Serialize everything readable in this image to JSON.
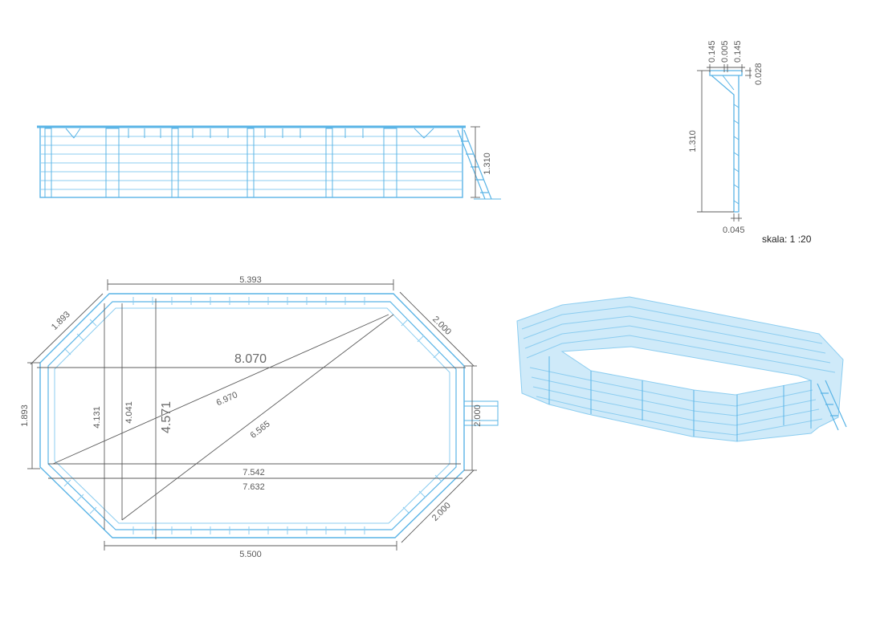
{
  "side_view": {
    "height_label": "1.310"
  },
  "profile": {
    "top_labels": [
      "0.145",
      "0.005",
      "0.145"
    ],
    "offset_label": "0.028",
    "height_label": "1.310",
    "thickness_label": "0.045",
    "scale_label": "skala: 1 :20"
  },
  "plan": {
    "top_length": "5.393",
    "bottom_length": "5.500",
    "diag_top_left": "1.893",
    "diag_top_right": "2.000",
    "diag_bottom_right": "2.000",
    "left_height": "1.893",
    "right_height": "2.000",
    "overall_length": "8.070",
    "inner_length_a": "7.542",
    "inner_length_b": "7.632",
    "width_a": "4.131",
    "width_b": "4.041",
    "overall_width": "4.571",
    "diagonal_a": "6.970",
    "diagonal_b": "6.565"
  },
  "colors": {
    "wood_line": "#5ab4e6",
    "wood_fill": "#cfeaf9",
    "dimension": "#5c5c5c"
  }
}
